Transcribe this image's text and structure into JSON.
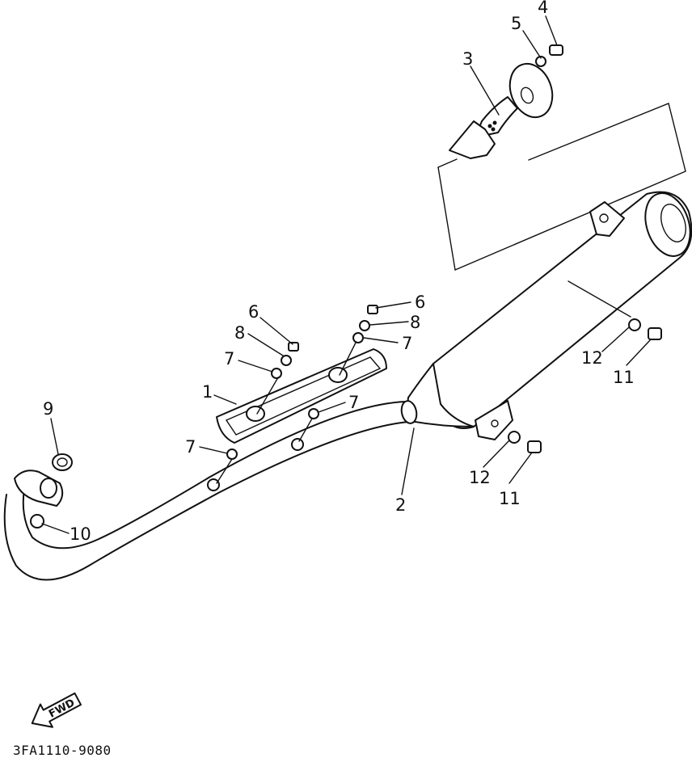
{
  "diagram": {
    "callouts": {
      "c1": "1",
      "c2": "2",
      "c3": "3",
      "c4": "4",
      "c5": "5",
      "c6a": "6",
      "c6b": "6",
      "c7a": "7",
      "c7b": "7",
      "c7c": "7",
      "c7d": "7",
      "c8a": "8",
      "c8b": "8",
      "c9": "9",
      "c10": "10",
      "c11a": "11",
      "c11b": "11",
      "c12a": "12",
      "c12b": "12"
    },
    "direction_label": "FWD",
    "drawing_code": "3FA1110-9080"
  }
}
